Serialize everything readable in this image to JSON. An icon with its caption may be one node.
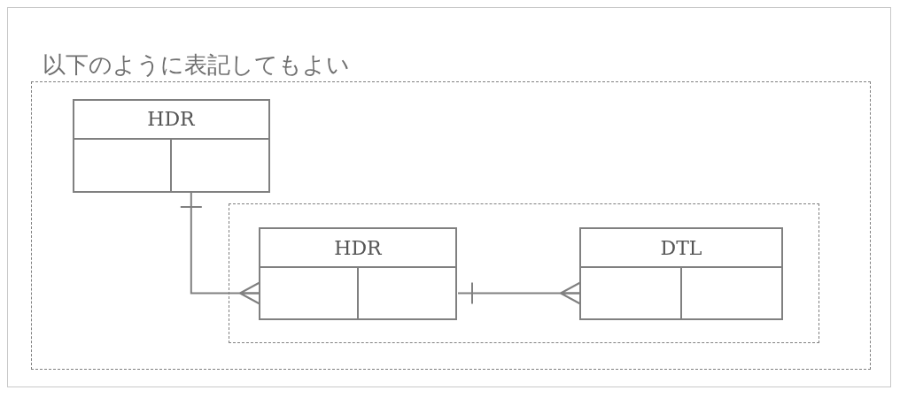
{
  "diagram": {
    "title": "以下のように表記してもよい",
    "nodes": [
      {
        "text": [],
        "shape": "box"
      },
      {
        "text": [
          "HDR"
        ],
        "in": 0
      },
      {
        "text": [],
        "shape": "box",
        "in": 0
      },
      {
        "text": [
          "HDR"
        ],
        "in": 2
      },
      {
        "text": [
          "DTL"
        ],
        "in": 2
      }
    ],
    "edges": [
      {
        "from": 1,
        "to": 3,
        "arrow": "other"
      },
      {
        "from": 3,
        "to": 4,
        "arrow": "other"
      }
    ]
  }
}
